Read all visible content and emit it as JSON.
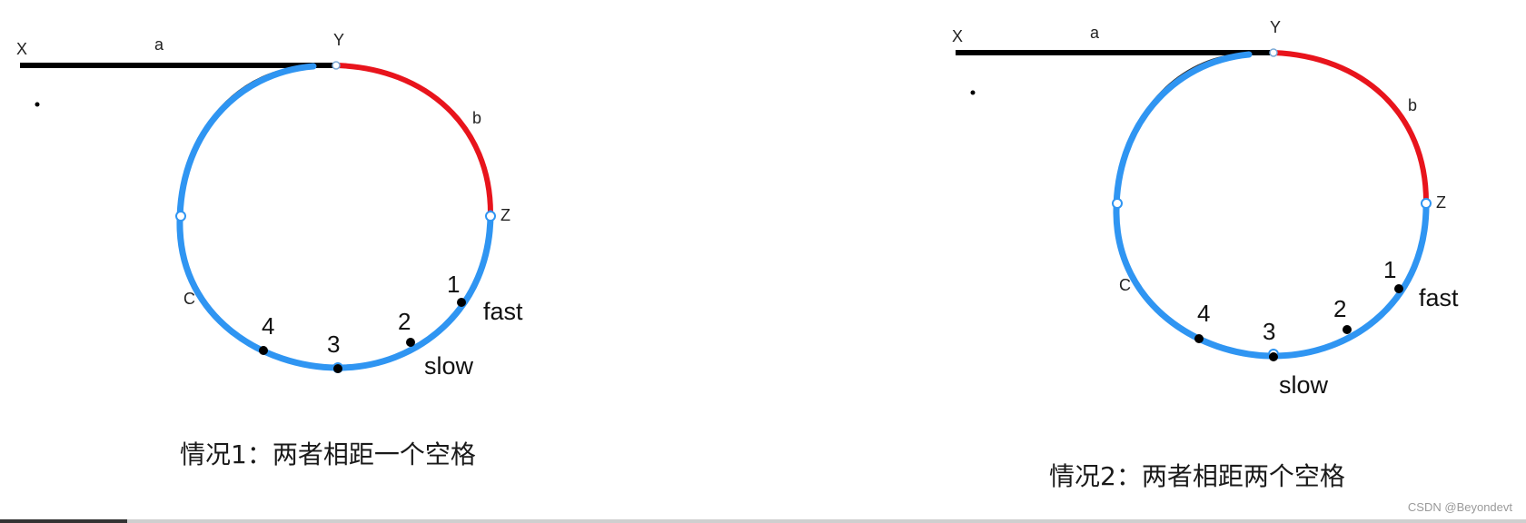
{
  "diagrams": [
    {
      "id": "case1",
      "labels": {
        "x": "X",
        "y": "Y",
        "a": "a",
        "b": "b",
        "z": "Z",
        "c": "C",
        "fast": "fast",
        "slow": "slow"
      },
      "points": [
        "1",
        "2",
        "3",
        "4"
      ],
      "caption": "情况1：两者相距一个空格"
    },
    {
      "id": "case2",
      "labels": {
        "x": "X",
        "y": "Y",
        "a": "a",
        "b": "b",
        "z": "Z",
        "c": "C",
        "fast": "fast",
        "slow": "slow"
      },
      "points": [
        "1",
        "2",
        "3",
        "4"
      ],
      "caption": "情况2：两者相距两个空格"
    }
  ],
  "watermark": "CSDN @Beyondevt",
  "colors": {
    "path": "#000000",
    "segment_b": "#e8141c",
    "loop": "#2f95f2"
  }
}
